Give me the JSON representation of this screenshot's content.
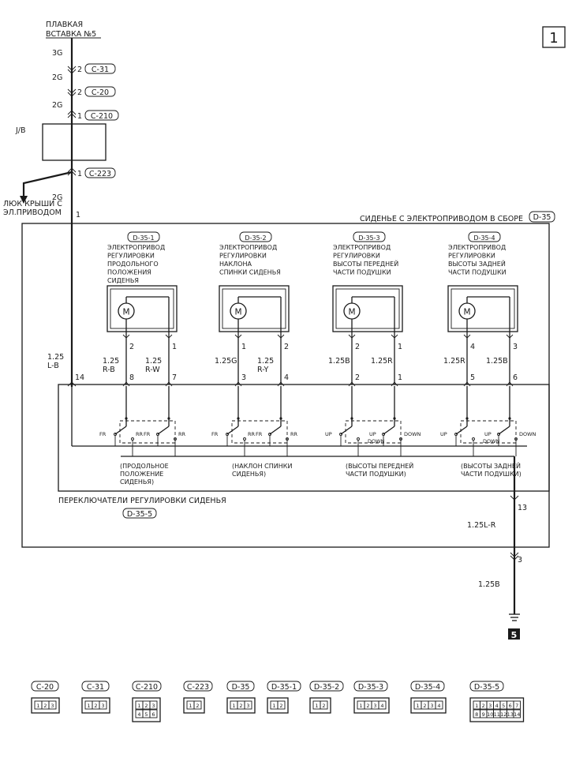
{
  "page_number": "1",
  "fuse": {
    "line1": "ПЛАВКАЯ",
    "line2": "ВСТАВКА №5"
  },
  "wires_top": {
    "w1": "3G",
    "w2": "2G",
    "w3": "2G",
    "w4": "2G"
  },
  "connectors_top": {
    "c31": {
      "pin": "2",
      "name": "C-31"
    },
    "c20": {
      "pin": "2",
      "name": "C-20"
    },
    "c210": {
      "pin": "1",
      "name": "C-210"
    },
    "c223": {
      "pin": "1",
      "name": "C-223"
    }
  },
  "jb_label": "J/B",
  "sunroof": {
    "line1": "ЛЮК КРЫШИ С",
    "line2": "ЭЛ.ПРИВОДОМ"
  },
  "sunroof_pin": "1",
  "assembly": {
    "label": "СИДЕНЬЕ С ЭЛЕКТРОПРИВОДОМ В СБОРЕ",
    "code": "D-35"
  },
  "motors": [
    {
      "code": "D-35-1",
      "lines": [
        "ЭЛЕКТРОПРИВОД",
        "РЕГУЛИРОВКИ",
        "ПРОДОЛЬНОГО",
        "ПОЛОЖЕНИЯ",
        "СИДЕНЬЯ"
      ],
      "pin_a": "2",
      "pin_b": "1",
      "wire_a_size": "1.25",
      "wire_a_color": "R-B",
      "wire_b_size": "1.25",
      "wire_b_color": "R-W",
      "sw_a": "8",
      "sw_b": "7"
    },
    {
      "code": "D-35-2",
      "lines": [
        "ЭЛЕКТРОПРИВОД",
        "РЕГУЛИРОВКИ",
        "НАКЛОНА",
        "СПИНКИ СИДЕНЬЯ"
      ],
      "pin_a": "1",
      "pin_b": "2",
      "wire_a_size": "1.25G",
      "wire_a_color": "",
      "wire_b_size": "1.25",
      "wire_b_color": "R-Y",
      "sw_a": "3",
      "sw_b": "4"
    },
    {
      "code": "D-35-3",
      "lines": [
        "ЭЛЕКТРОПРИВОД",
        "РЕГУЛИРОВКИ",
        "ВЫСОТЫ ПЕРЕДНЕЙ",
        "ЧАСТИ ПОДУШКИ"
      ],
      "pin_a": "2",
      "pin_b": "1",
      "wire_a_size": "1.25B",
      "wire_a_color": "",
      "wire_b_size": "1.25R",
      "wire_b_color": "",
      "sw_a": "2",
      "sw_b": "1"
    },
    {
      "code": "D-35-4",
      "lines": [
        "ЭЛЕКТРОПРИВОД",
        "РЕГУЛИРОВКИ",
        "ВЫСОТЫ ЗАДНЕЙ",
        "ЧАСТИ ПОДУШКИ"
      ],
      "pin_a": "4",
      "pin_b": "3",
      "wire_a_size": "1.25R",
      "wire_a_color": "",
      "wire_b_size": "1.25B",
      "wire_b_color": "",
      "sw_a": "5",
      "sw_b": "6"
    }
  ],
  "motor_symbol": "M",
  "feed_wire": {
    "size": "1.25",
    "color": "L-B",
    "pin": "14"
  },
  "switch_groups": [
    {
      "left_a": "FR",
      "mid_a": "RR",
      "mid_b": "FR",
      "right_b": "RR",
      "mid_low": "",
      "caption": [
        "(ПРОДОЛЬНОЕ",
        "ПОЛОЖЕНИЕ",
        "СИДЕНЬЯ)"
      ]
    },
    {
      "left_a": "FR",
      "mid_a": "RR",
      "mid_b": "FR",
      "right_b": "RR",
      "mid_low": "",
      "caption": [
        "(НАКЛОН СПИНКИ",
        "СИДЕНЬЯ)"
      ]
    },
    {
      "left_a": "UP",
      "mid_a": "",
      "mid_b": "UP",
      "right_b": "DOWN",
      "mid_low": "DOWN",
      "caption": [
        "(ВЫСОТЫ ПЕРЕДНЕЙ",
        "ЧАСТИ ПОДУШКИ)"
      ]
    },
    {
      "left_a": "UP",
      "mid_a": "",
      "mid_b": "UP",
      "right_b": "DOWN",
      "mid_low": "DOWN",
      "caption": [
        "(ВЫСОТЫ ЗАДНЕЙ",
        "ЧАСТИ ПОДУШКИ)"
      ]
    }
  ],
  "switch_label": "ПЕРЕКЛЮЧАТЕЛИ РЕГУЛИРОВКИ СИДЕНЬЯ",
  "switch_code": "D-35-5",
  "ground": {
    "pin13": "13",
    "wire1": "1.25L-R",
    "pin3": "3",
    "wire2": "1.25B",
    "ground_num": "5"
  },
  "legend": [
    {
      "name": "C-20",
      "pins": [
        "1",
        "2",
        "3"
      ]
    },
    {
      "name": "C-31",
      "pins": [
        "1",
        "2",
        "3"
      ]
    },
    {
      "name": "C-210",
      "pins": [
        "1",
        "2",
        "3",
        "4",
        "5",
        "6"
      ]
    },
    {
      "name": "C-223",
      "pins": [
        "1",
        "2"
      ]
    },
    {
      "name": "D-35",
      "pins": [
        "1",
        "2",
        "3"
      ]
    },
    {
      "name": "D-35-1",
      "pins": [
        "1",
        "2"
      ]
    },
    {
      "name": "D-35-2",
      "pins": [
        "1",
        "2"
      ]
    },
    {
      "name": "D-35-3",
      "pins": [
        "1",
        "2",
        "3",
        "4"
      ]
    },
    {
      "name": "D-35-4",
      "pins": [
        "1",
        "2",
        "3",
        "4"
      ]
    },
    {
      "name": "D-35-5",
      "pins": [
        "1",
        "2",
        "3",
        "4",
        "5",
        "6",
        "7",
        "8",
        "9",
        "10",
        "11",
        "12",
        "13",
        "14"
      ]
    }
  ]
}
